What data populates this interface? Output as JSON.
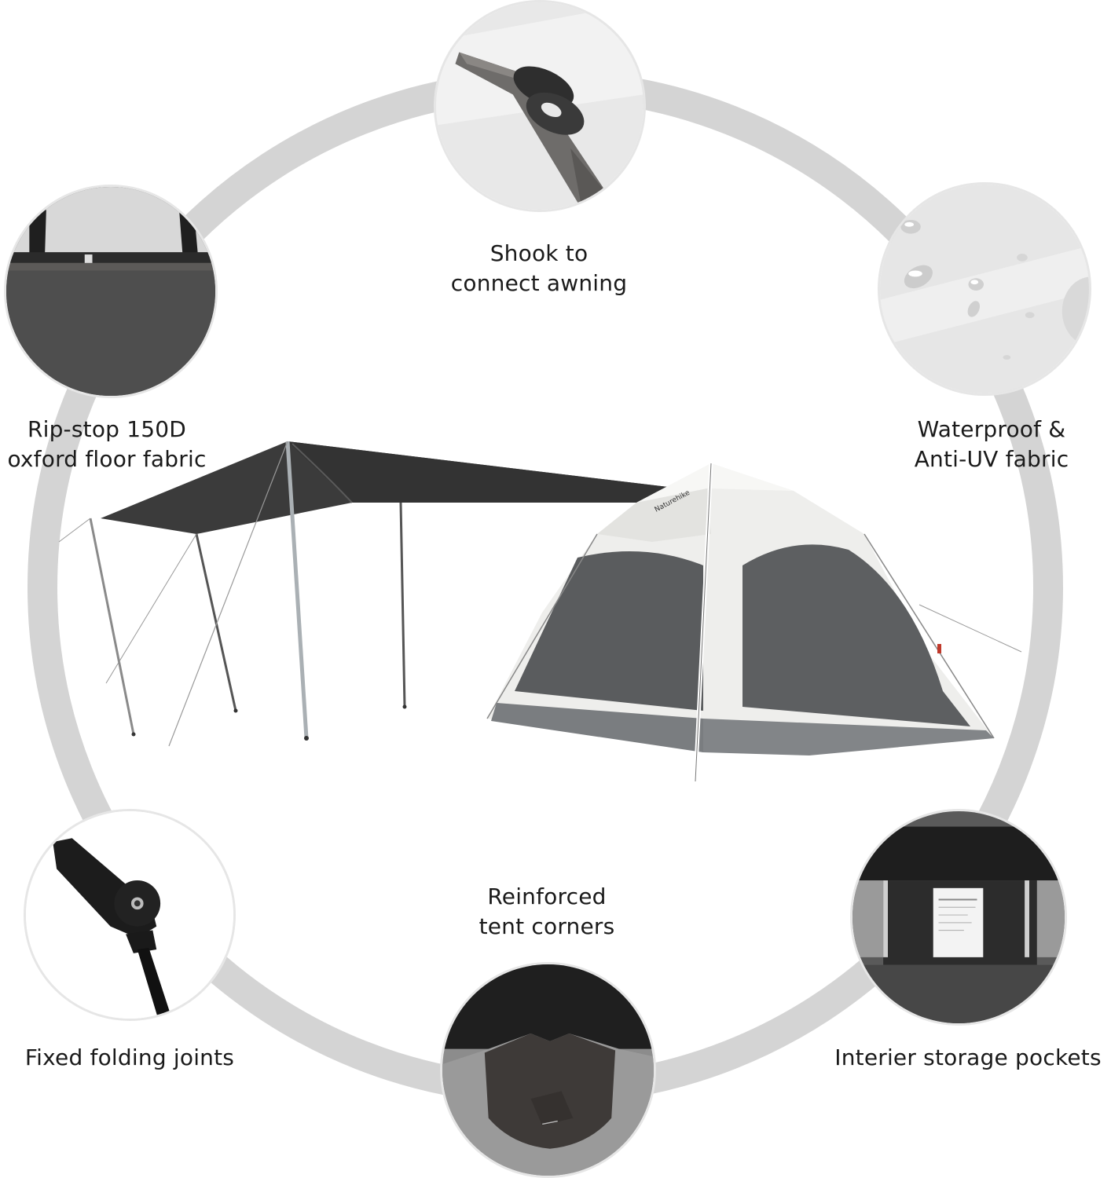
{
  "infographic": {
    "ring_color": "#d4d4d4",
    "features": [
      {
        "id": "hook",
        "lines": [
          "Shook to",
          "connect awning"
        ]
      },
      {
        "id": "floor",
        "lines": [
          "Rip-stop 150D",
          "oxford floor fabric"
        ]
      },
      {
        "id": "waterproof",
        "lines": [
          "Waterproof &",
          "Anti-UV fabric"
        ]
      },
      {
        "id": "joints",
        "lines": [
          "Fixed folding joints"
        ]
      },
      {
        "id": "corners",
        "lines": [
          "Reinforced",
          "tent corners"
        ]
      },
      {
        "id": "pockets",
        "lines": [
          "Interier storage pockets"
        ]
      }
    ],
    "center_image": {
      "subject": "pop-up tent with awning",
      "brand_mark": "Naturehike"
    }
  }
}
